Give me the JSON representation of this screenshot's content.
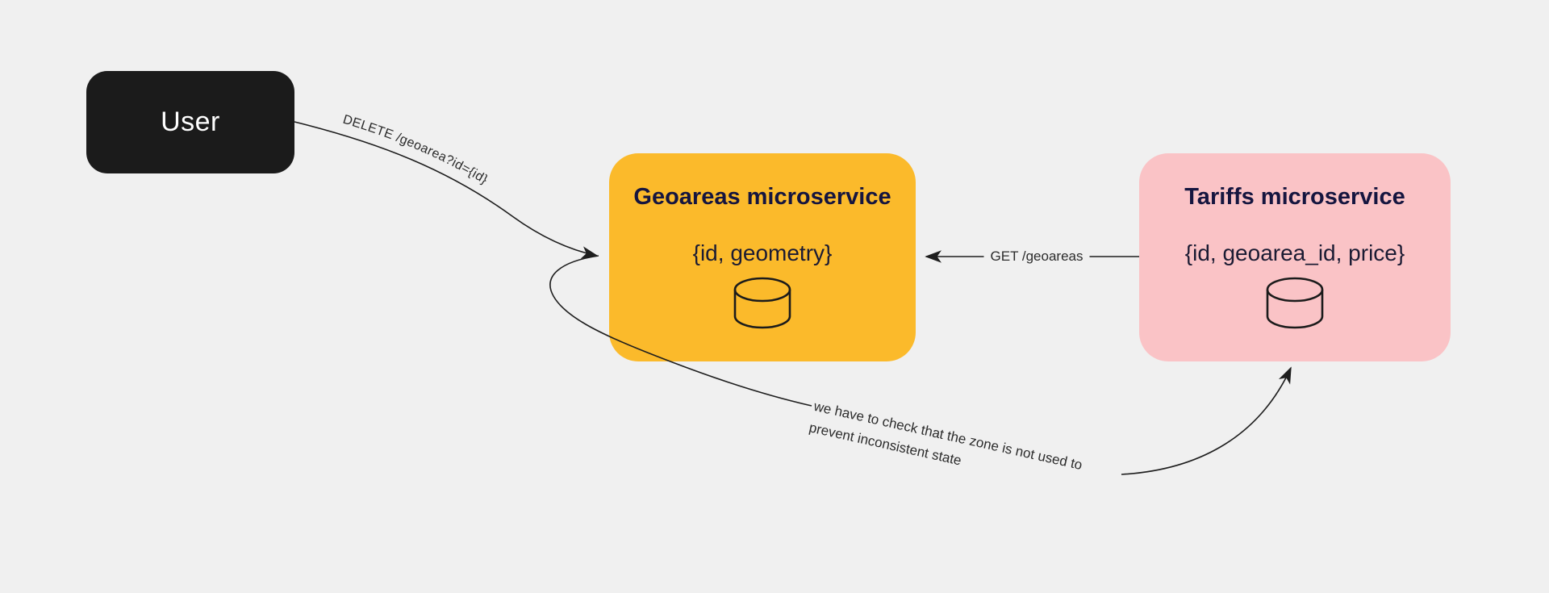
{
  "nodes": {
    "user": {
      "label": "User",
      "bg": "#1b1b1b",
      "text_color": "#ffffff"
    },
    "geoareas": {
      "title": "Geoareas microservice",
      "fields": "{id, geometry}",
      "bg": "#fbba2b",
      "text_color": "#15153f",
      "icon": "database-cylinder-icon"
    },
    "tariffs": {
      "title": "Tariffs microservice",
      "fields": "{id, geoarea_id, price}",
      "bg": "#fac3c6",
      "text_color": "#15153f",
      "icon": "database-cylinder-icon"
    }
  },
  "edges": {
    "delete": {
      "label": "DELETE /geoarea?id={id}",
      "from": "User",
      "to": "Geoareas microservice"
    },
    "get": {
      "label": "GET /geoareas",
      "from": "Tariffs microservice",
      "to": "Geoareas microservice"
    },
    "check": {
      "label_line1": "we have to check that the zone is not used to",
      "label_line2": "prevent inconsistent state",
      "from": "Geoareas microservice",
      "to": "Tariffs microservice"
    }
  },
  "colors": {
    "background": "#f0f0f0",
    "connector": "#1e1e1e",
    "edge_label_text": "#2b2b2b"
  }
}
